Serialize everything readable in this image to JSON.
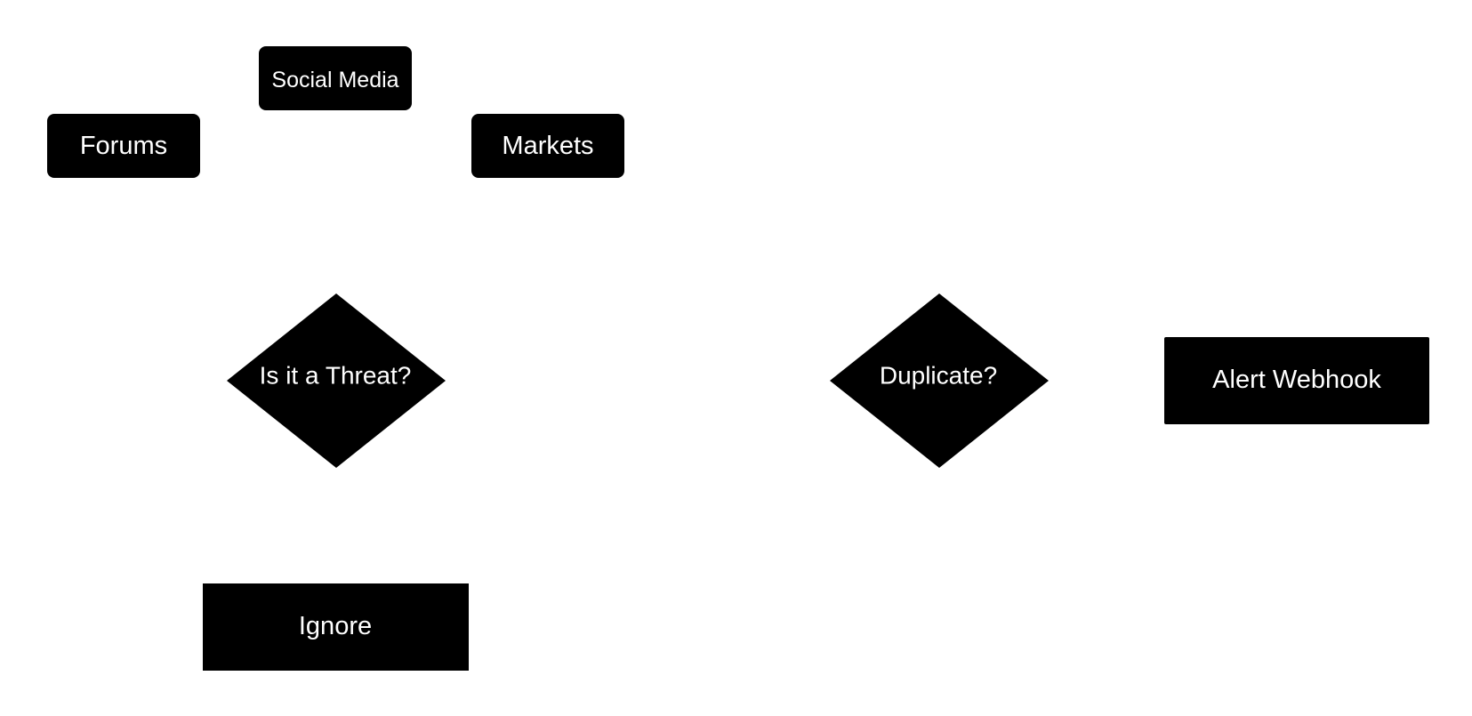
{
  "diagram": {
    "colors": {
      "background": "#ffffff",
      "node_fill": "#000000",
      "node_text": "#ffffff"
    },
    "sources": {
      "social_media": "Social Media",
      "forums": "Forums",
      "markets": "Markets"
    },
    "decisions": {
      "threat": "Is it a Threat?",
      "duplicate": "Duplicate?"
    },
    "actions": {
      "alert_webhook": "Alert Webhook",
      "ignore": "Ignore"
    }
  }
}
